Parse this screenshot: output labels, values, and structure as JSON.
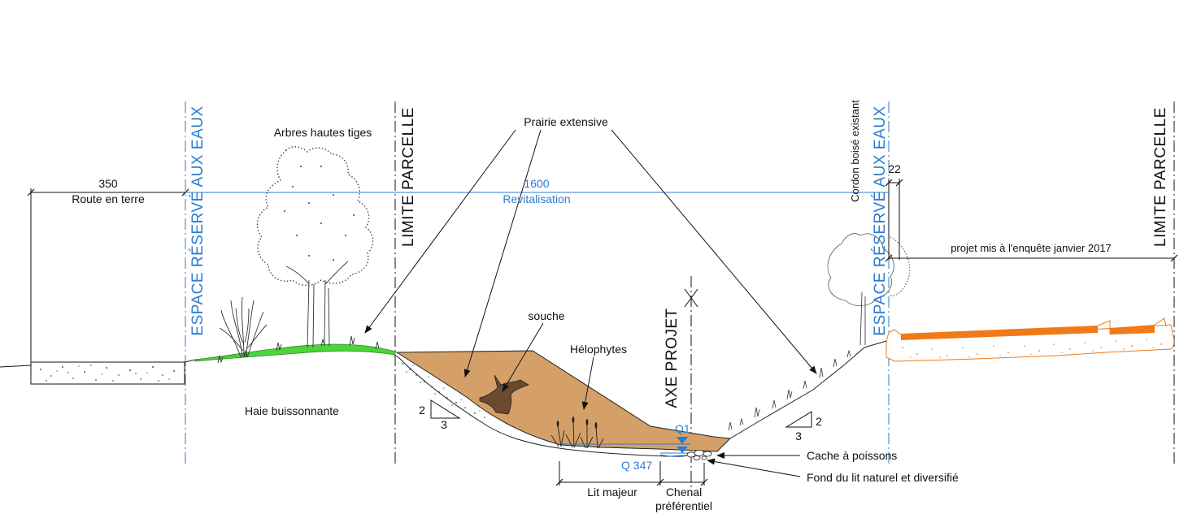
{
  "labels": {
    "espace_left": "ESPACE RÉSERVÉ AUX EAUX",
    "espace_right": "ESPACE RÉSERVÉ AUX EAUX",
    "limite_left": "LIMITE PARCELLE",
    "limite_right": "LIMITE PARCELLE",
    "axe_projet": "AXE PROJET",
    "cordon_boise": "Cordon boisé existant",
    "arbres": "Arbres hautes tiges",
    "prairie": "Prairie extensive",
    "route": "Route en terre",
    "haie": "Haie buissonnante",
    "souche": "souche",
    "helophytes": "Hélophytes",
    "projet_enquete": "projet mis à l'enquête janvier 2017",
    "cache_poissons": "Cache à poissons",
    "fond_lit": "Fond du lit naturel et diversifié",
    "lit_majeur": "Lit majeur",
    "chenal_1": "Chenal",
    "chenal_2": "préférentiel",
    "q1": "Q1",
    "q347": "Q 347",
    "revitalisation": "Revitalisation"
  },
  "dimensions": {
    "route_width": "350",
    "revitalisation_width": "1600",
    "right_offset": "22"
  },
  "slopes": {
    "left": {
      "rise": "2",
      "run": "3"
    },
    "right": {
      "rise": "2",
      "run": "3"
    }
  },
  "colors": {
    "blue": "#2b7bd0",
    "soil": "#d4a068",
    "grass": "#4cd43c",
    "orange": "#f07a18"
  }
}
